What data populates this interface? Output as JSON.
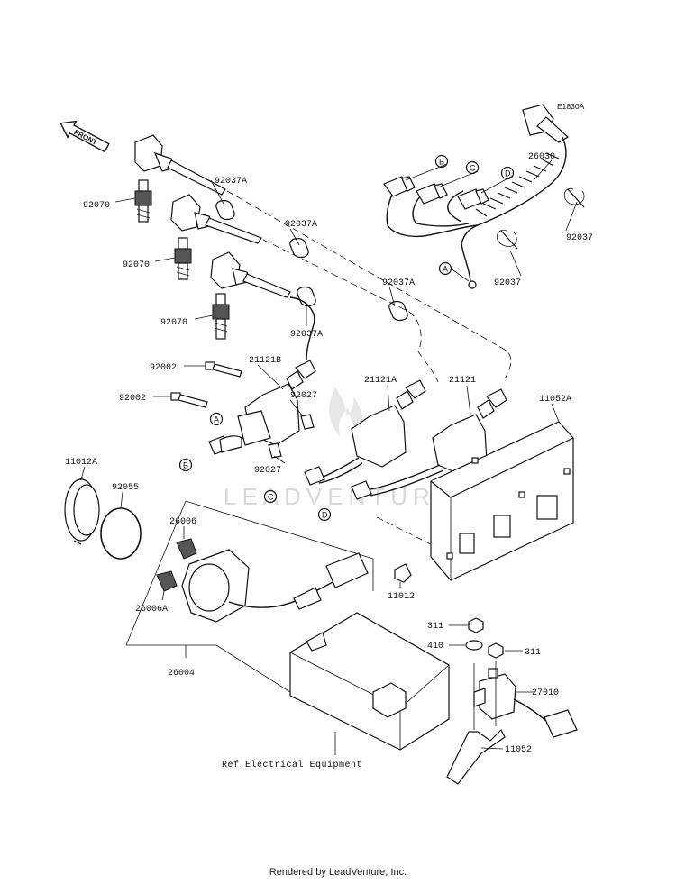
{
  "diagram_code": "E1830A",
  "front_marker": "FRONT",
  "watermark": "LEADVENTURE",
  "footer": "Rendered by LeadVenture, Inc.",
  "reference_note": "Ref.Electrical Equipment",
  "connector_markers": [
    "A",
    "B",
    "C",
    "D"
  ],
  "part_labels": {
    "p26030": "26030",
    "p92037_top": "92037",
    "p92037_mid": "92037",
    "p92037A_1": "92037A",
    "p92037A_2": "92037A",
    "p92037A_3": "92037A",
    "p92037A_4": "92037A",
    "p92070_1": "92070",
    "p92070_2": "92070",
    "p92070_3": "92070",
    "p92002_1": "92002",
    "p92002_2": "92002",
    "p21121B": "21121B",
    "p21121A": "21121A",
    "p21121": "21121",
    "p92027_1": "92027",
    "p92027_2": "92027",
    "p11052A": "11052A",
    "p11012A": "11012A",
    "p92055": "92055",
    "p26006": "26006",
    "p26006A": "26006A",
    "p26004": "26004",
    "p11012": "11012",
    "p311_1": "311",
    "p311_2": "311",
    "p410": "410",
    "p27010": "27010",
    "p11052": "11052"
  }
}
